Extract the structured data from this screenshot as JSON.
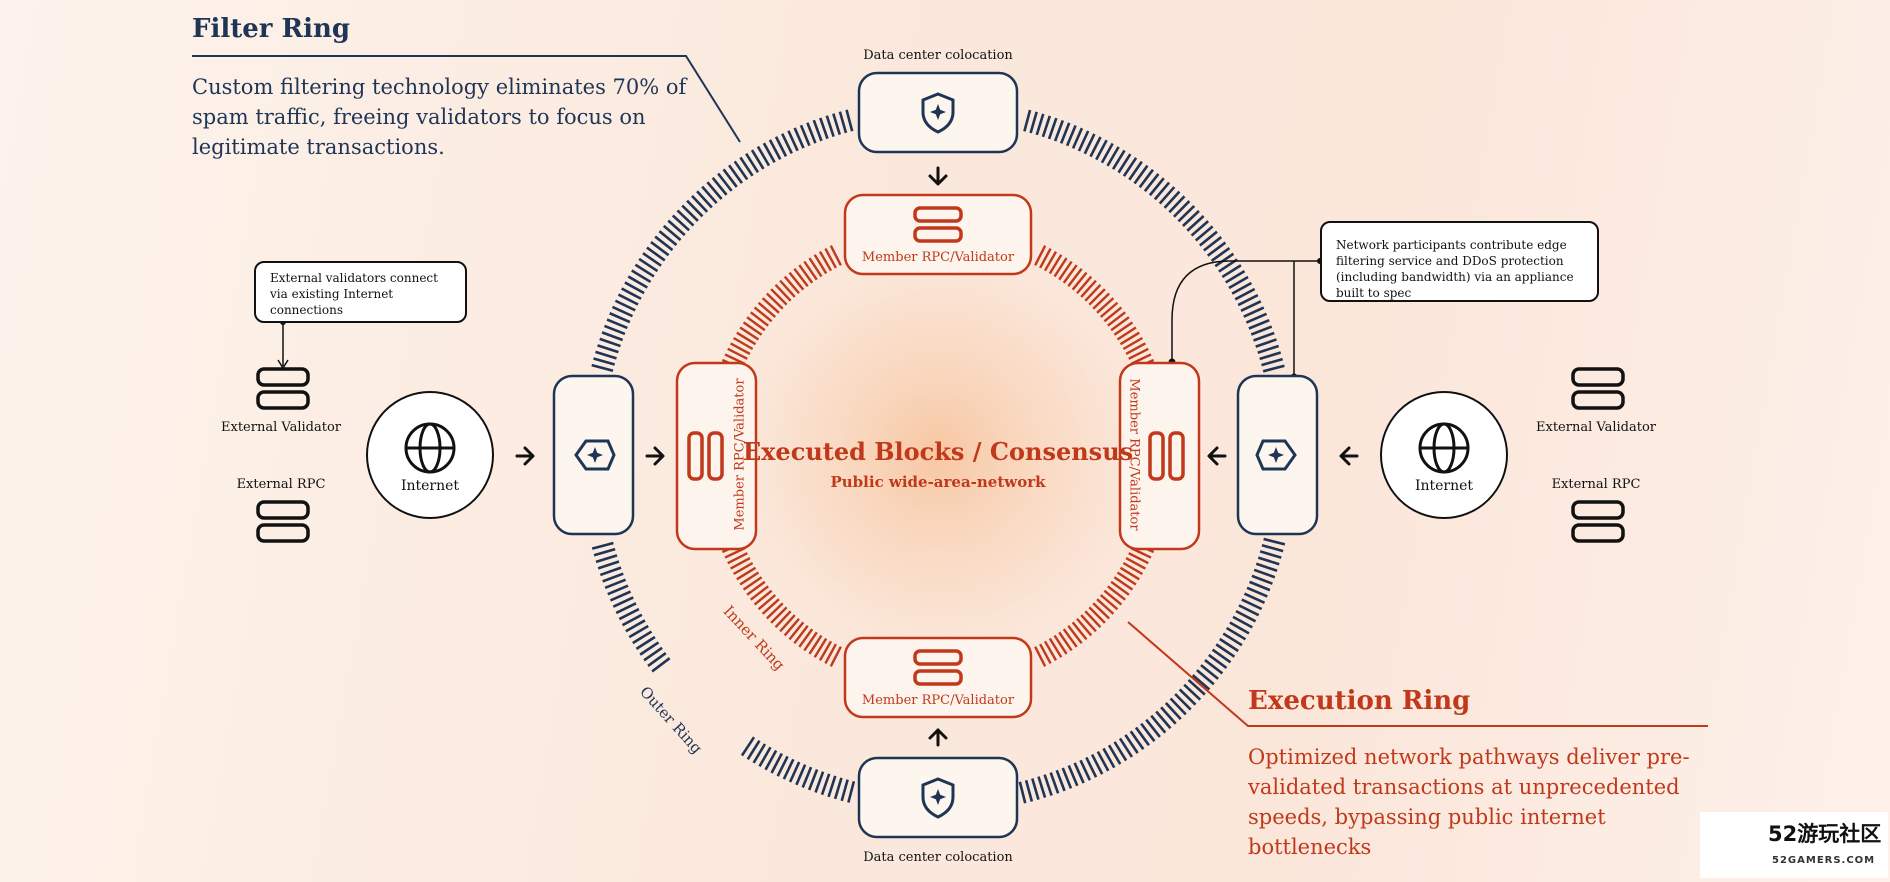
{
  "filter_ring": {
    "title": "Filter Ring",
    "description": "Custom filtering technology eliminates 70% of spam traffic, freeing validators to focus on legitimate transactions."
  },
  "execution_ring": {
    "title": "Execution Ring",
    "description": "Optimized network pathways deliver pre-validated transactions at unprecedented speeds, bypassing public internet bottlenecks"
  },
  "center": {
    "title": "Executed Blocks / Consensus",
    "subtitle": "Public wide-area-network"
  },
  "ring_labels": {
    "inner": "Inner Ring",
    "outer": "Outer Ring"
  },
  "datacenter": {
    "top_label": "Data center colocation",
    "bottom_label": "Data center colocation"
  },
  "member": {
    "top": "Member RPC/Validator",
    "bottom": "Member RPC/Validator",
    "left": "Member RPC/Validator",
    "right": "Member RPC/Validator"
  },
  "left_side": {
    "external_validator": "External Validator",
    "external_rpc": "External RPC",
    "internet": "Internet"
  },
  "right_side": {
    "external_validator": "External Validator",
    "external_rpc": "External RPC",
    "internet": "Internet"
  },
  "callouts": {
    "left": "External validators connect via existing Internet connections",
    "right": "Network participants contribute edge filtering service and DDoS protection (including bandwidth) via an appliance built to spec"
  },
  "watermark": {
    "brand": "52游玩社区",
    "site": "52GAMERS.COM"
  },
  "colors": {
    "navy": "#1f3556",
    "accent_red": "#c0391b",
    "ink": "#111111",
    "background": "#fbebe0"
  },
  "icons": {
    "datacenter": "shield-star-icon",
    "gateway": "hexagon-star-icon",
    "member_server": "server-stack-icon",
    "external_server": "server-stack-icon",
    "internet": "globe-icon",
    "arrow": "arrow-icon"
  }
}
